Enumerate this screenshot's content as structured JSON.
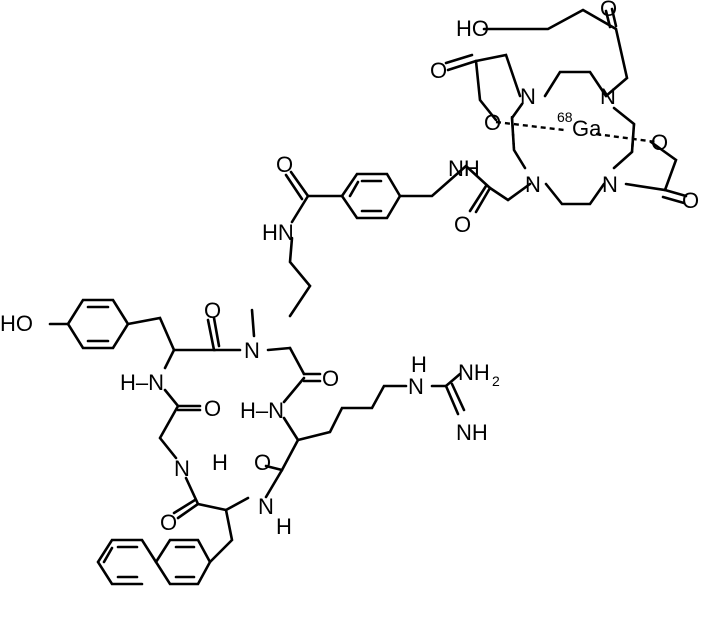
{
  "labels": {
    "ho_acid": "HO",
    "o_acid_top": "O",
    "o_carb_left": "O",
    "o_carb_left_ring": "O",
    "n_ring_tl": "N",
    "n_ring_tr": "N",
    "n_ring_bl": "N",
    "n_ring_br": "N",
    "ga_sup": "68",
    "ga": "Ga",
    "o_ring_right": "O",
    "o_carb_right": "O",
    "nh_benzyl": "NH",
    "o_linker_amide": "O",
    "o_benzamide": "O",
    "hn_benzamide": "HN",
    "ho_phenol": "HO",
    "o_tyr": "O",
    "n_methyl": "N",
    "hn_tyr": "H–N",
    "o_gly": "O",
    "o_orn": "O",
    "hn_arg": "H–N",
    "nh_guan": "N",
    "nh_guan_h": "H",
    "nh2_guan": "NH",
    "nh2_sub": "2",
    "imine_guan": "NH",
    "n_gly": "N",
    "h_gly": "H",
    "o_arg": "O",
    "o_nal": "O",
    "n_nal": "N",
    "h_nal": "H"
  }
}
